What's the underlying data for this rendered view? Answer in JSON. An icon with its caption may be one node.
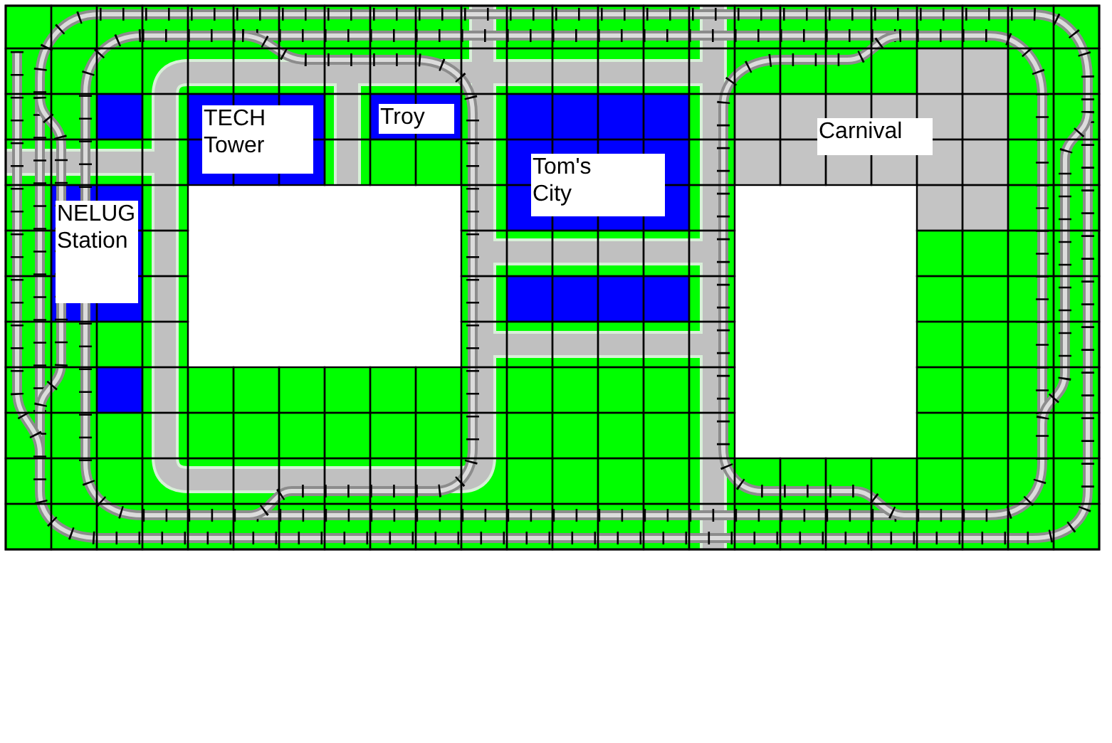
{
  "diagram": {
    "nodes": [
      {
        "text": [
          "TECH Tower"
        ]
      },
      {
        "text": [
          "Troy"
        ]
      },
      {
        "text": [
          "Carnival"
        ]
      },
      {
        "text": [
          "Tom's City"
        ]
      },
      {
        "text": [
          "NELUG Station"
        ]
      }
    ]
  }
}
